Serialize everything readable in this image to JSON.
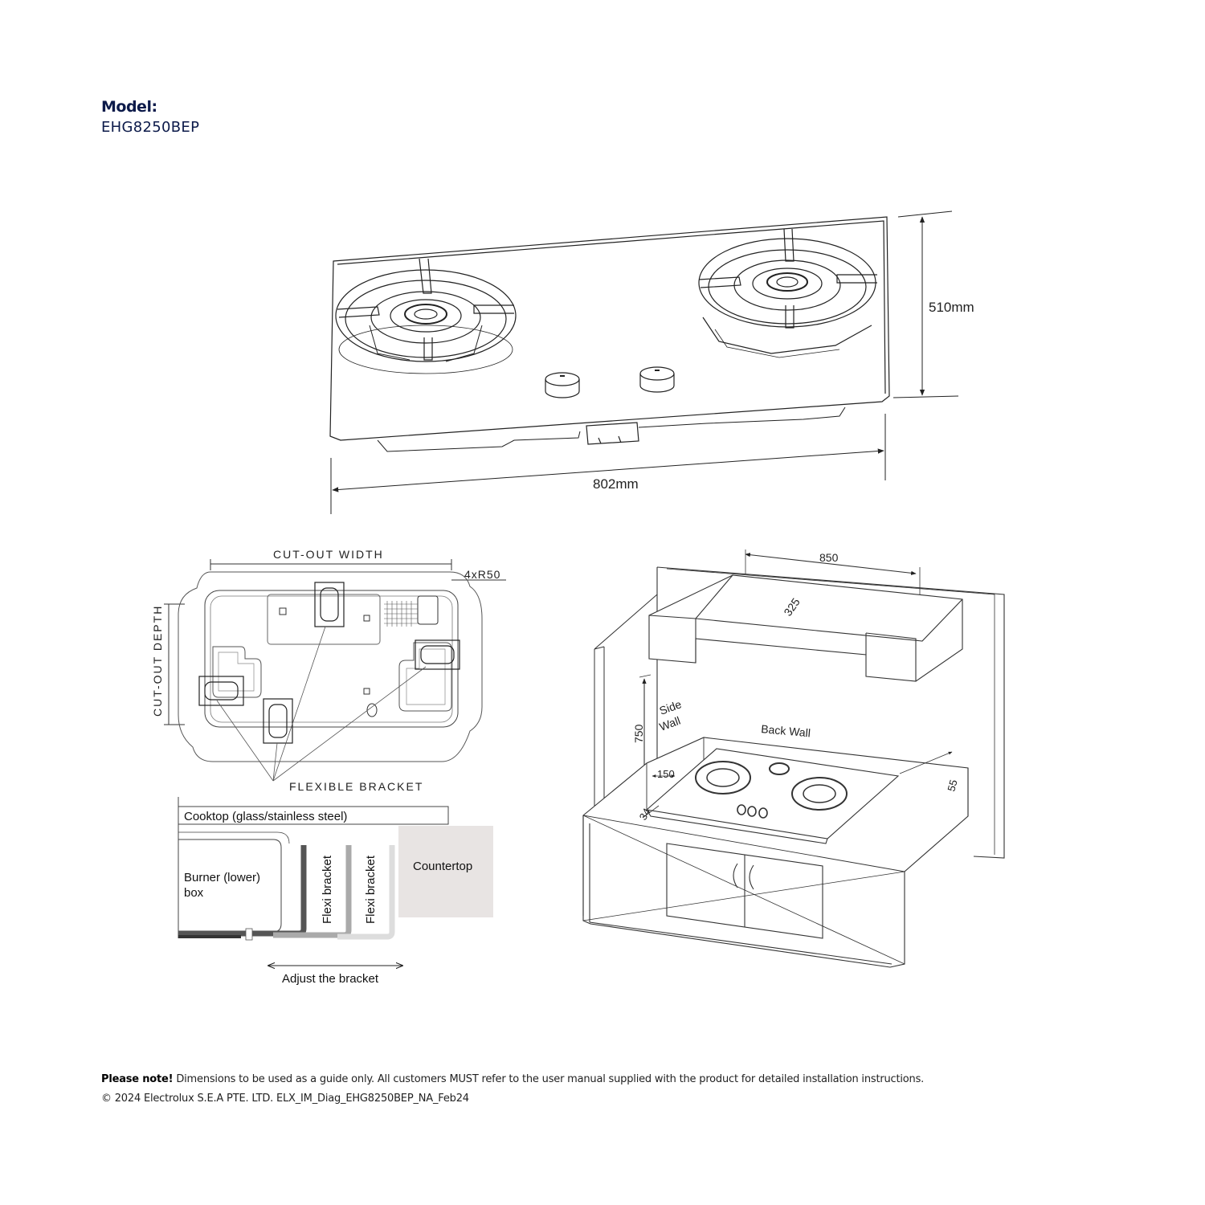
{
  "header": {
    "model_label": "Model:",
    "model_code": "EHG8250BEP"
  },
  "top_view": {
    "depth_label": "510mm",
    "width_label": "802mm"
  },
  "cutout": {
    "width_label": "CUT-OUT WIDTH",
    "depth_label": "CUT-OUT DEPTH",
    "radius_label": "4xR50",
    "bracket_label": "FLEXIBLE BRACKET"
  },
  "section": {
    "cooktop_label": "Cooktop (glass/stainless steel)",
    "burner_box_line1": "Burner (lower)",
    "burner_box_line2": "box",
    "flexi_bracket_1": "Flexi bracket",
    "flexi_bracket_2": "Flexi bracket",
    "countertop_label": "Countertop",
    "adjust_label": "Adjust the bracket"
  },
  "installation": {
    "hood_width": "850",
    "hood_depth": "325",
    "height_clearance": "750",
    "side_wall_line1": "Side",
    "side_wall_line2": "Wall",
    "back_wall": "Back Wall",
    "side_gap": "150",
    "front_gap": "34",
    "back_gap": "55"
  },
  "footer": {
    "note_bold": "Please note!",
    "note_text": " Dimensions to be used as a guide only. All customers MUST refer to the user manual supplied with the product for detailed installation instructions.",
    "copyright": "© 2024 Electrolux S.E.A PTE. LTD. ELX_IM_Diag_EHG8250BEP_NA_Feb24"
  }
}
